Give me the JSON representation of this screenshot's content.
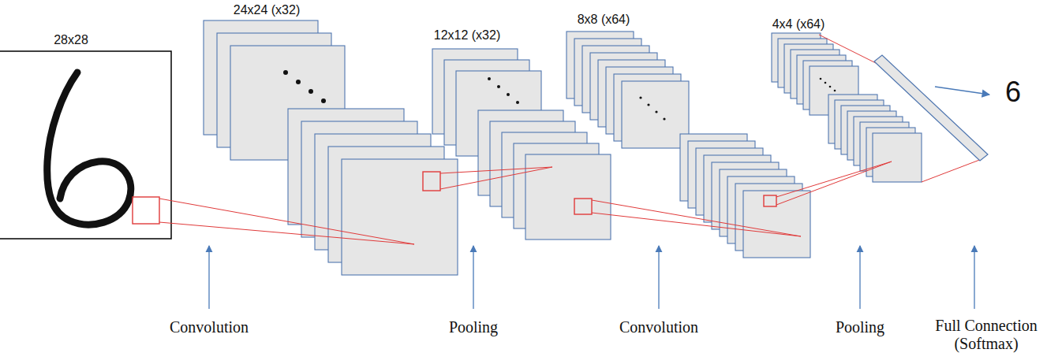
{
  "diagram": {
    "labels": [
      "28x28",
      "24x24 (x32)",
      "12x12 (x32)",
      "8x8 (x64)",
      "4x4 (x64)",
      "6",
      "Convolution",
      "Pooling",
      "Convolution",
      "Pooling",
      "Full Connection (Softmax)"
    ]
  }
}
